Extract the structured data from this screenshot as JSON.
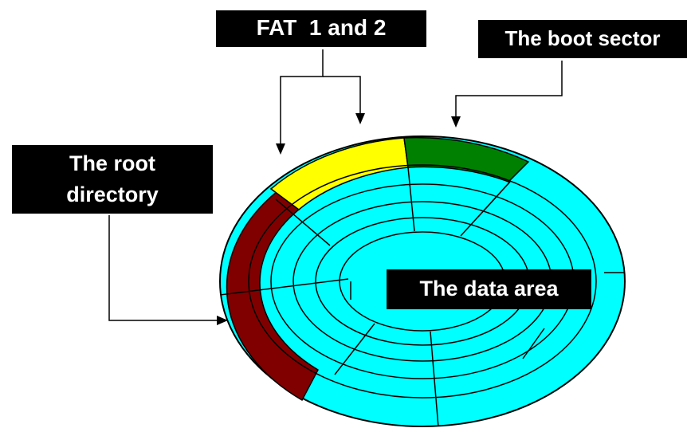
{
  "labels": {
    "fat": "FAT  1 and 2",
    "boot_sector": "The boot sector",
    "root_directory_line1": "The root",
    "root_directory_line2": "directory",
    "data_area": "The data area"
  },
  "colors": {
    "data_area": "#00ffff",
    "root_directory": "#800000",
    "fat": "#ffff00",
    "boot_sector": "#008000",
    "label_background": "#000000",
    "label_text": "#ffffff"
  }
}
